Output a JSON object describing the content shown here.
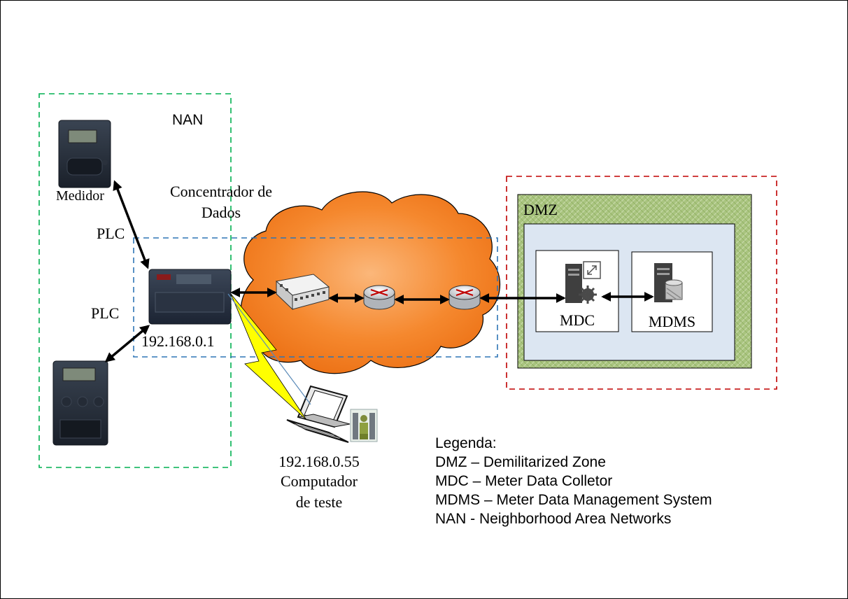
{
  "labels": {
    "nan": "NAN",
    "medidor": "Medidor",
    "concentrador_line1": "Concentrador de",
    "concentrador_line2": "Dados",
    "plc_top": "PLC",
    "plc_bottom": "PLC",
    "concentrator_ip": "192.168.0.1",
    "laptop_ip": "192.168.0.55",
    "laptop_line1": "Computador",
    "laptop_line2": "de teste",
    "dmz": "DMZ",
    "mdc": "MDC",
    "mdms": "MDMS"
  },
  "legend": {
    "title": "Legenda:",
    "items": [
      "DMZ – Demilitarized Zone",
      "MDC – Meter Data Colletor",
      "MDMS – Meter Data Management System",
      "NAN - Neighborhood Area Networks"
    ]
  },
  "colors": {
    "nan_border": "#00b050",
    "lan_border": "#2e75b6",
    "dmz_outer_border": "#c00000",
    "dmz_fill": "#a9c47f",
    "inner_panel": "#dce6f2",
    "cloud": "#f58220",
    "lightning": "#ffff00"
  }
}
